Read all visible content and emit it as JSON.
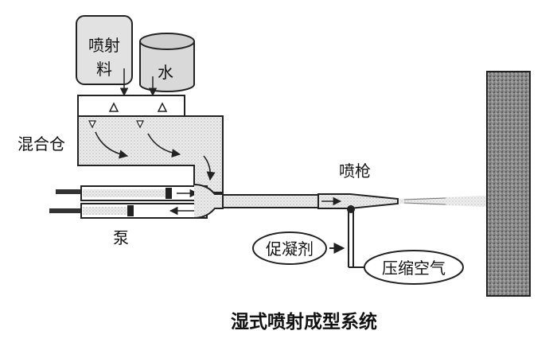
{
  "diagram": {
    "labels": {
      "spray_material": [
        "喷射",
        "料"
      ],
      "water": "水",
      "mixing_bin": "混合仓",
      "spray_gun": "喷枪",
      "pump": "泵",
      "accelerator": "促凝剂",
      "compressed_air": "压缩空气"
    },
    "caption": "湿式喷射成型系统"
  }
}
